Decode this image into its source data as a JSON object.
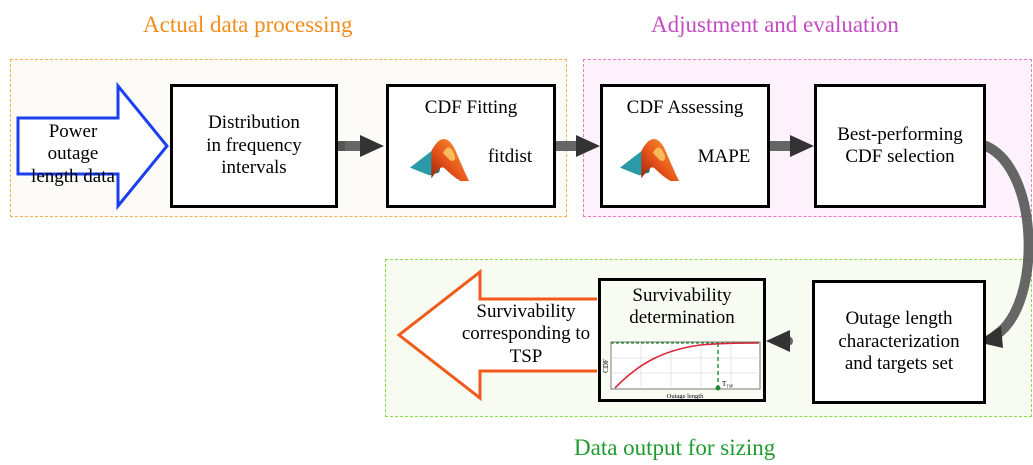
{
  "groups": {
    "actual": {
      "label": "Actual data processing",
      "color": "#f28c1a",
      "border": "#f0b24a",
      "fill": "#fdfbf7"
    },
    "adjust": {
      "label": "Adjustment and evaluation",
      "color": "#c24bc2",
      "border": "#ee77cc",
      "fill": "#fdf1fb"
    },
    "output": {
      "label": "Data output  for sizing",
      "color": "#1f9a2e",
      "border": "#88dd44",
      "fill": "#f8fbf2"
    }
  },
  "nodes": {
    "input": {
      "lines": [
        "Power outage",
        "length data"
      ],
      "color": "#1a3ff0"
    },
    "distribution": {
      "lines": [
        "Distribution",
        "in frequency",
        "intervals"
      ]
    },
    "cdf_fitting": {
      "title": "CDF Fitting",
      "tool": "fitdist",
      "icon": "matlab-logo-icon"
    },
    "cdf_assessing": {
      "title": "CDF Assessing",
      "tool": "MAPE",
      "icon": "matlab-logo-icon"
    },
    "best": {
      "lines": [
        "Best-performing",
        "CDF selection"
      ]
    },
    "outage": {
      "lines": [
        "Outage length",
        "characterization",
        "and targets set"
      ]
    },
    "survivability": {
      "lines": [
        "Survivability",
        "determination"
      ]
    },
    "output": {
      "lines": [
        "Survivability",
        "corresponding",
        "to TSP"
      ],
      "color": "#f05a1a"
    }
  },
  "mini_chart": {
    "type": "line",
    "ylabel": "CDF",
    "xlabel": "Outage length",
    "marker_label": "T",
    "marker_sub": "TSP",
    "curve_color": "#d9263a",
    "marker_color": "#1f8a2e"
  },
  "connectors": {
    "color": "#555555",
    "links": [
      [
        "input",
        "distribution"
      ],
      [
        "distribution",
        "cdf_fitting"
      ],
      [
        "cdf_fitting",
        "cdf_assessing"
      ],
      [
        "cdf_assessing",
        "best"
      ],
      [
        "best",
        "outage"
      ],
      [
        "outage",
        "survivability"
      ],
      [
        "survivability",
        "output"
      ]
    ]
  }
}
